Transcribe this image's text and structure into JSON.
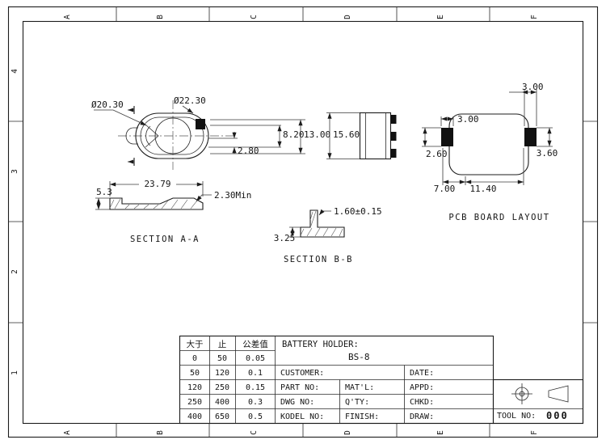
{
  "frame": {
    "zone_letters": [
      "A",
      "B",
      "C",
      "D",
      "E",
      "F"
    ],
    "zone_numbers": [
      "4",
      "3",
      "2",
      "1"
    ]
  },
  "drawing": {
    "top_view": {
      "dia_inner": "Ø20.30",
      "dia_outer": "Ø22.30",
      "dim_height_inner": "8.20",
      "dim_height_outer": "13.00",
      "dim_offset": "2.80",
      "dim_side_height": "15.60"
    },
    "section_aa": {
      "label": "SECTION A-A",
      "dim_width": "23.79",
      "dim_left_height": "5.3",
      "dim_min_clearance": "2.30Min"
    },
    "section_bb": {
      "label": "SECTION B-B",
      "dim_thickness": "1.60±0.15",
      "dim_height": "3.25"
    },
    "pcb_layout": {
      "label": "PCB BOARD LAYOUT",
      "dim_pad_left_width": "3.00",
      "dim_pad_right_width": "3.00",
      "dim_pad_left_height": "2.60",
      "dim_pad_right_height": "3.60",
      "dim_pad_spacing": "7.00",
      "dim_body_width": "11.40"
    }
  },
  "title_block": {
    "tolerance_table": {
      "headers": [
        "大于",
        "止",
        "公差值"
      ],
      "rows": [
        [
          "0",
          "50",
          "0.05"
        ],
        [
          "50",
          "120",
          "0.1"
        ],
        [
          "120",
          "250",
          "0.15"
        ],
        [
          "250",
          "400",
          "0.3"
        ],
        [
          "400",
          "650",
          "0.5"
        ]
      ]
    },
    "product_title": "BATTERY HOLDER:",
    "product_model": "BS-8",
    "customer_label": "CUSTOMER:",
    "date_label": "DATE:",
    "part_no_label": "PART NO:",
    "matl_label": "MAT'L:",
    "appd_label": "APPD:",
    "dwg_no_label": "DWG NO:",
    "qty_label": "Q'TY:",
    "chkd_label": "CHKD:",
    "kodel_no_label": "KODEL NO:",
    "finish_label": "FINISH:",
    "draw_label": "DRAW:",
    "tool_no_label": "TOOL NO:",
    "tool_no_value": "000"
  },
  "colors": {
    "ink": "#1c1c1c",
    "paper": "#ffffff"
  }
}
